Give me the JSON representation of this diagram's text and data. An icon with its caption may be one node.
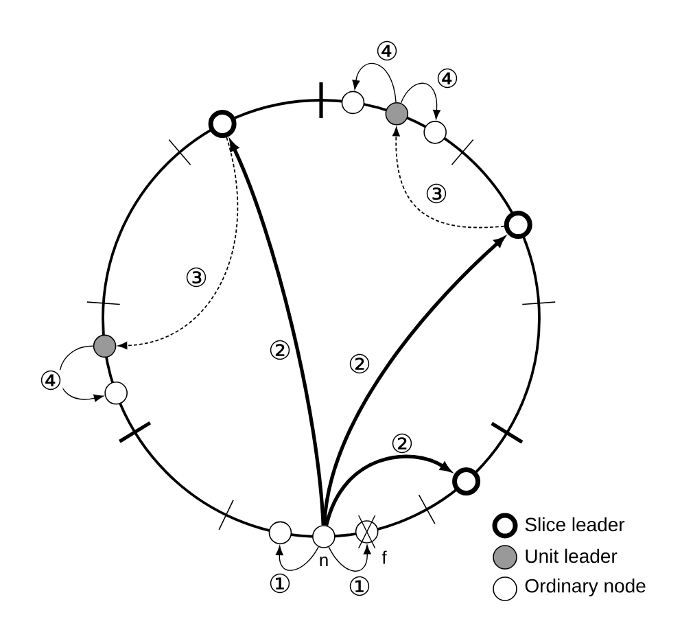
{
  "diagram": {
    "nodes": [
      {
        "text": [],
        "shape": "circle"
      },
      {
        "text": [],
        "shape": "circle"
      },
      {
        "text": [],
        "shape": "circle"
      },
      {
        "text": [],
        "shape": "circle"
      },
      {
        "text": [],
        "shape": "circle"
      },
      {
        "text": [],
        "shape": "circle"
      },
      {
        "text": [],
        "shape": "circle"
      },
      {
        "text": [],
        "shape": "circle"
      },
      {
        "text": [],
        "shape": "circle"
      },
      {
        "text": [],
        "shape": "circle",
        "beside": [
          "n"
        ]
      },
      {
        "text": [],
        "shape": "circle",
        "beside": [
          "f"
        ]
      }
    ],
    "edges": [
      {
        "from": 9,
        "to": 2,
        "arrow": "to",
        "label": "②",
        "style": "thick"
      },
      {
        "from": 9,
        "to": 4,
        "arrow": "to",
        "label": "②",
        "style": "thick"
      },
      {
        "from": 9,
        "to": 7,
        "arrow": "to",
        "label": "②",
        "style": "thick"
      },
      {
        "from": 9,
        "to": 8,
        "arrow": "to",
        "label": "①"
      },
      {
        "from": 9,
        "to": 10,
        "arrow": "to",
        "label": "①"
      },
      {
        "from": 2,
        "to": 5,
        "arrow": "to",
        "label": "③",
        "style": "dashed"
      },
      {
        "from": 4,
        "to": 1,
        "arrow": "to",
        "label": "③",
        "style": "dashed"
      },
      {
        "from": 1,
        "to": 0,
        "arrow": "to",
        "label": "④"
      },
      {
        "from": 1,
        "to": 3,
        "arrow": "to",
        "label": "④"
      },
      {
        "from": 5,
        "to": 6,
        "arrow": "to",
        "label": "④"
      }
    ],
    "legend": [
      {
        "text": "Slice leader"
      },
      {
        "text": "Unit leader"
      },
      {
        "text": "Ordinary node"
      }
    ]
  }
}
